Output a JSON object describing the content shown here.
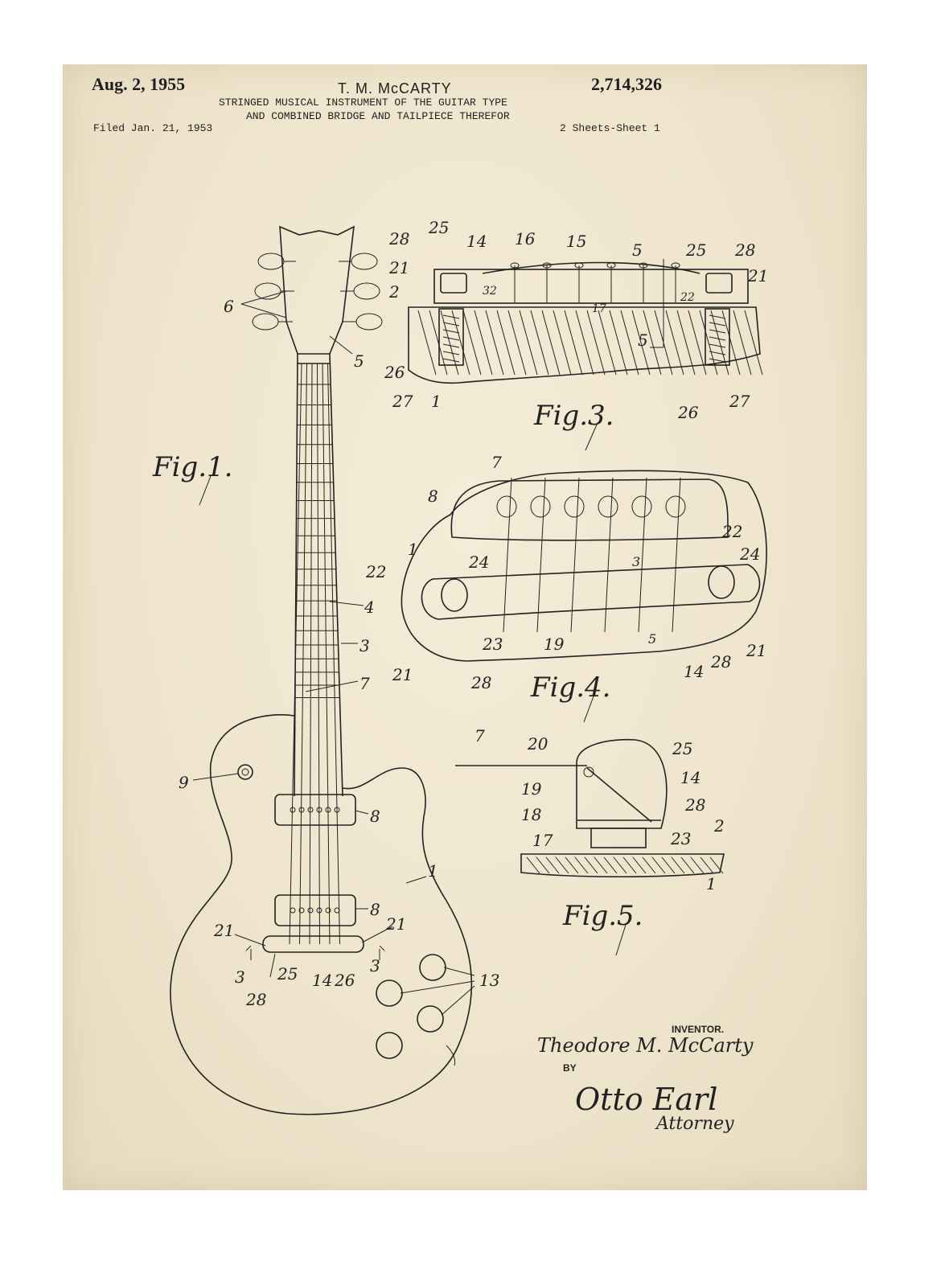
{
  "header": {
    "date": "Aug. 2, 1955",
    "inventor_short": "T. M. McCARTY",
    "patent_number": "2,714,326",
    "title_line1": "STRINGED MUSICAL INSTRUMENT OF THE GUITAR TYPE",
    "title_line2": "AND COMBINED BRIDGE AND TAILPIECE THEREFOR",
    "filed": "Filed Jan. 21, 1953",
    "sheets": "2 Sheets-Sheet 1"
  },
  "figures": {
    "fig1": "Fig.1.",
    "fig3": "Fig.3.",
    "fig4": "Fig.4.",
    "fig5": "Fig.5."
  },
  "labels": {
    "g6": "6",
    "g5": "5",
    "g4": "4",
    "g3": "3",
    "g7": "7",
    "g9": "9",
    "g8a": "8",
    "g8b": "8",
    "g1": "1",
    "g21a": "21",
    "g21b": "21",
    "g3a": "3",
    "g3b": "3",
    "g25": "25",
    "g14": "14",
    "g26": "26",
    "g28": "28",
    "g13": "13",
    "f3_28a": "28",
    "f3_25a": "25",
    "f3_14": "14",
    "f3_16": "16",
    "f3_15": "15",
    "f3_5a": "5",
    "f3_25b": "25",
    "f3_28b": "28",
    "f3_21a": "21",
    "f3_2": "2",
    "f3_32": "32",
    "f3_17": "17",
    "f3_22": "22",
    "f3_21b": "21",
    "f3_5b": "5",
    "f3_26a": "26",
    "f3_27a": "27",
    "f3_1": "1",
    "f3_26b": "26",
    "f3_27b": "27",
    "f4_7": "7",
    "f4_8": "8",
    "f4_1": "1",
    "f4_22a": "22",
    "f4_24a": "24",
    "f4_22b": "22",
    "f4_24b": "24",
    "f4_3": "3",
    "f4_5a": "5",
    "f4_23": "23",
    "f4_19": "19",
    "f4_21a": "21",
    "f4_28a": "28",
    "f4_14": "14",
    "f4_28b": "28",
    "f4_21b": "21",
    "f5_7": "7",
    "f5_20": "20",
    "f5_25": "25",
    "f5_19": "19",
    "f5_14": "14",
    "f5_18": "18",
    "f5_28": "28",
    "f5_17": "17",
    "f5_23": "23",
    "f5_2": "2",
    "f5_1": "1"
  },
  "signature": {
    "inventor_label": "INVENTOR.",
    "inventor_name": "Theodore M. McCarty",
    "by": "BY",
    "attorney_sign": "Otto Earl",
    "attorney_label": "Attorney"
  }
}
